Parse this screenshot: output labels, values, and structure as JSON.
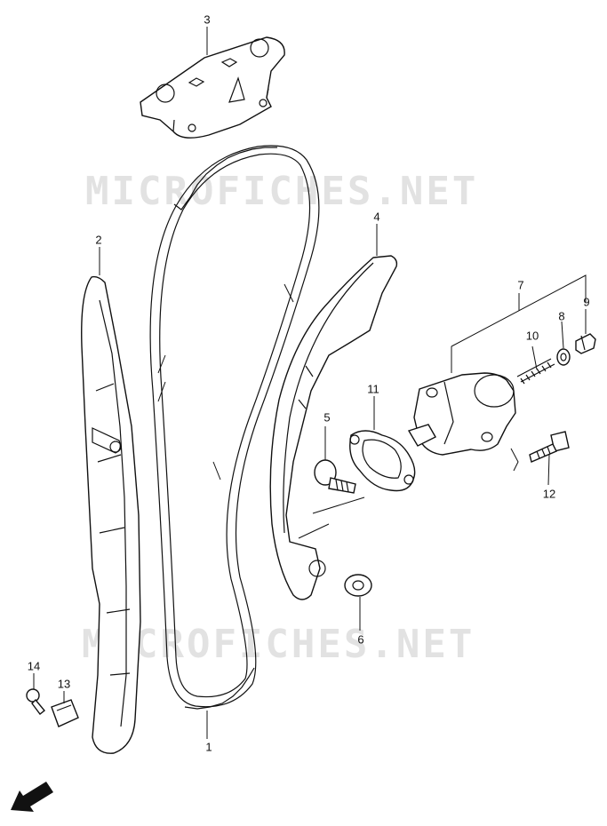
{
  "watermark": "MICROFICHES.NET",
  "fwd_label": "FWD",
  "callouts": {
    "c1": "1",
    "c2": "2",
    "c3": "3",
    "c4": "4",
    "c5": "5",
    "c6": "6",
    "c7": "7",
    "c8": "8",
    "c9": "9",
    "c10": "10",
    "c11": "11",
    "c12": "12",
    "c13": "13",
    "c14": "14"
  }
}
